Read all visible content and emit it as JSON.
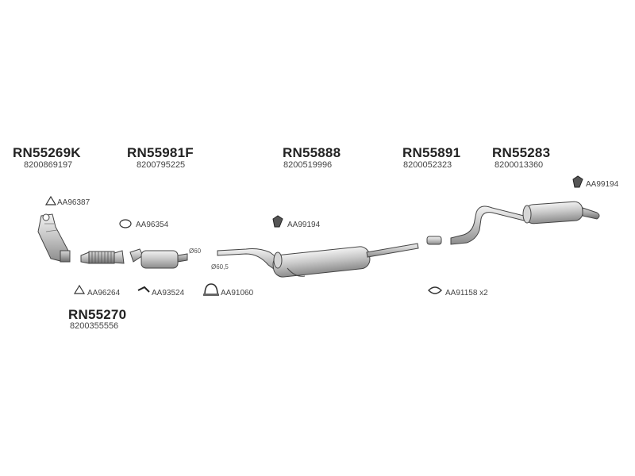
{
  "parts": [
    {
      "code": "RN55269K",
      "ref": "8200869197"
    },
    {
      "code": "RN55981F",
      "ref": "8200795225"
    },
    {
      "code": "RN55888",
      "ref": "8200519996"
    },
    {
      "code": "RN55891",
      "ref": "8200052323"
    },
    {
      "code": "RN55283",
      "ref": "8200013360"
    },
    {
      "code": "RN55270",
      "ref": "8200355556"
    }
  ],
  "accessories": {
    "gasket_top": "AA96387",
    "gasket_mid": "AA96354",
    "bracket_center": "AA99194",
    "bracket_right": "AA99194",
    "gasket_bottom": "AA96264",
    "clip_bottom": "AA93524",
    "clamp_bottom": "AA91060",
    "hanger_right": "AA91158 x2"
  },
  "dimensions": {
    "d60": "Ø60",
    "d60_5": "Ø60,5"
  }
}
